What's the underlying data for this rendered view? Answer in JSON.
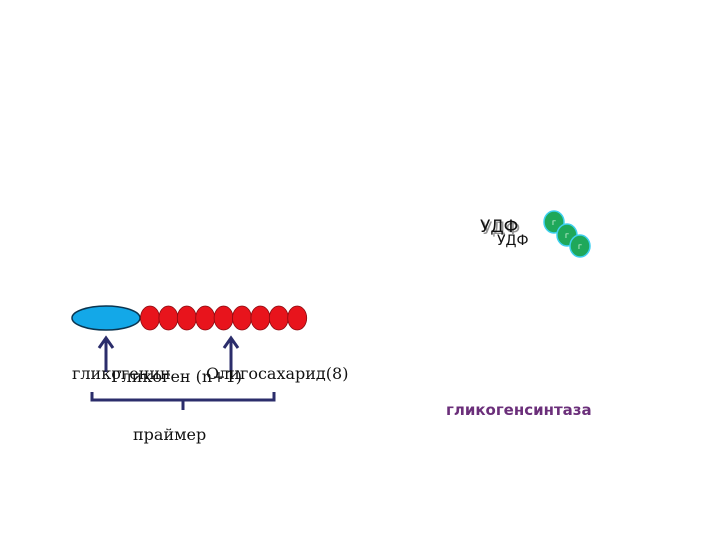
{
  "labels": {
    "glycogenin": "гликогенин",
    "oligosaccharide": "Олигосахарид(8)",
    "glycogen": "Гликоген (n+1)",
    "primer": "праймер",
    "enzyme": "гликогенсинтаза",
    "udf_front": "УДФ",
    "udf_shadow": "УДФ",
    "udf_second": "УДФ",
    "glucose_letter": "г"
  },
  "colors": {
    "glycogenin_fill": "#13a8e8",
    "glucose_chain_fill": "#e8141c",
    "udpg_glucose_fill": "#1fa85a",
    "arrow": "#2b2d6b",
    "enzyme_text": "#6b2f7a"
  },
  "chain": {
    "glucose_units": 9
  }
}
